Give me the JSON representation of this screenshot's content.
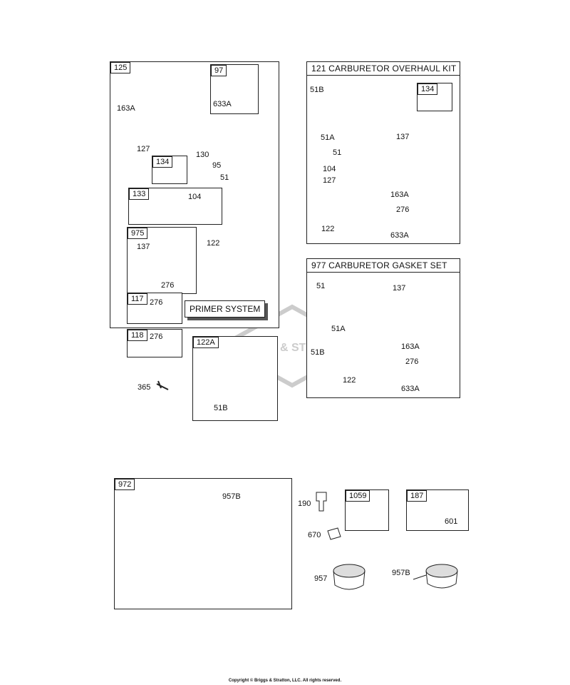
{
  "groups": {
    "carburetor": "125",
    "inlet_fitting": "97",
    "needle_valve_small": "134",
    "float": "133",
    "repair_kit": "975",
    "primer_117": "117",
    "primer_118": "118",
    "adapter": "122A",
    "overhaul_kit": "121 CARBURETOR OVERHAUL KIT",
    "overhaul_needle": "134",
    "gasket_set": "977 CARBURETOR GASKET SET",
    "fuel_tank": "972",
    "fuel_filter": "1059",
    "fuel_line": "187"
  },
  "labels": {
    "p163a": "163A",
    "p633a": "633A",
    "p127": "127",
    "p130": "130",
    "p95": "95",
    "p51": "51",
    "p104": "104",
    "p137": "137",
    "p276a": "276",
    "p122": "122",
    "p276b": "276",
    "p276c": "276",
    "p365": "365",
    "p51b_adapter": "51B",
    "primer_system": "PRIMER SYSTEM",
    "k_51b": "51B",
    "k_51a": "51A",
    "k_51": "51",
    "k_104": "104",
    "k_127": "127",
    "k_137": "137",
    "k_163a": "163A",
    "k_276": "276",
    "k_122": "122",
    "k_633a": "633A",
    "g_51": "51",
    "g_137": "137",
    "g_51a": "51A",
    "g_51b": "51B",
    "g_163a": "163A",
    "g_276": "276",
    "g_122": "122",
    "g_633a": "633A",
    "t_957b": "957B",
    "t_190": "190",
    "t_670": "670",
    "t_601": "601",
    "t_957": "957",
    "t_957b_2": "957B"
  },
  "watermark": "BRIGGS & STRATTON",
  "copyright": "Copyright © Briggs & Stratton, LLC. All rights reserved."
}
